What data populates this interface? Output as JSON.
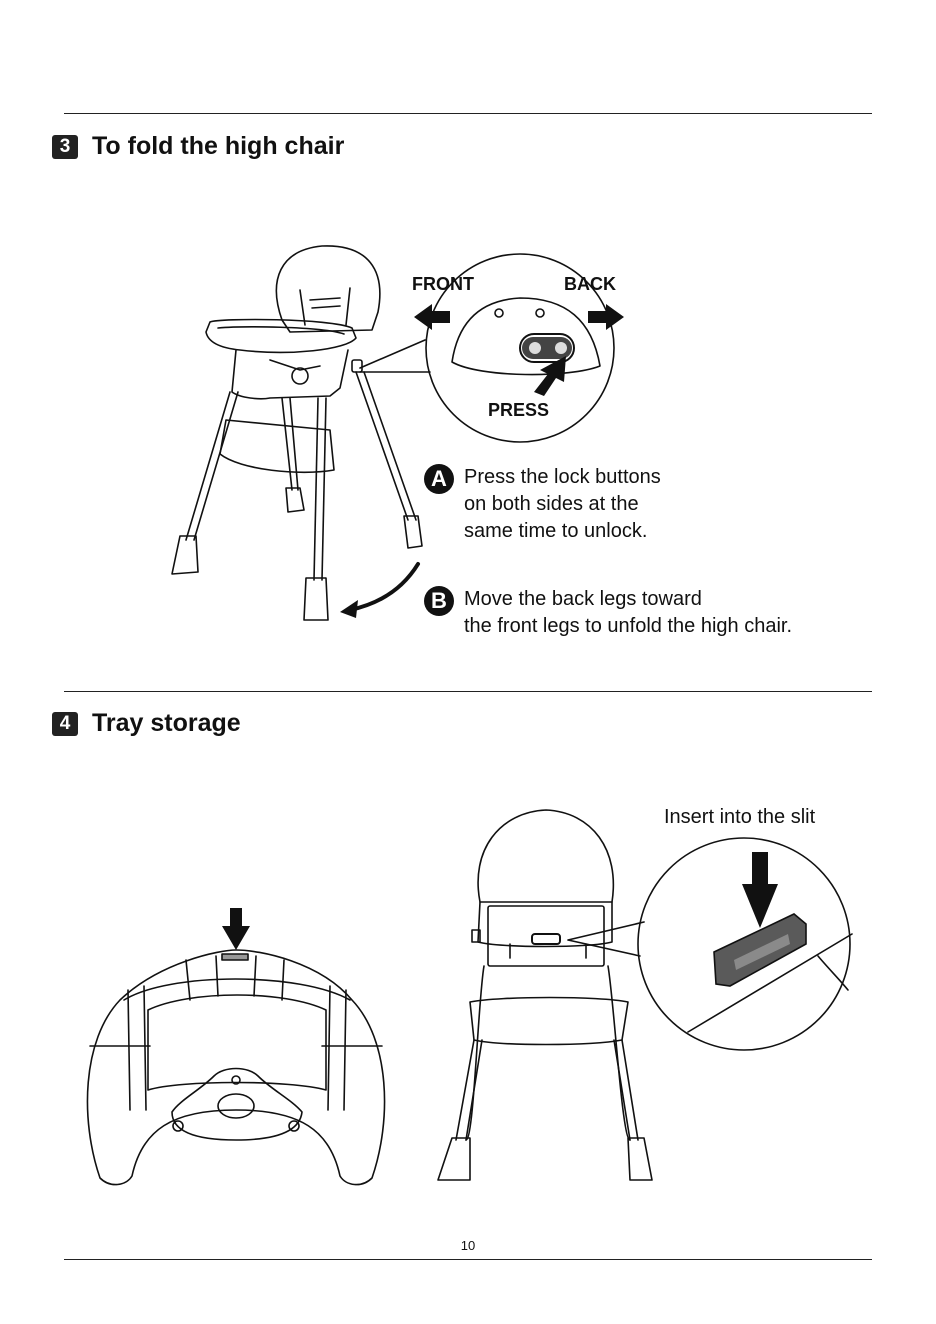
{
  "section3": {
    "number": "3",
    "title": "To fold the high chair",
    "labels": {
      "front": "FRONT",
      "back": "BACK",
      "press": "PRESS"
    },
    "steps": [
      {
        "badge": "A",
        "lines": [
          "Press the lock buttons",
          "on both sides at the",
          "same time to unlock."
        ]
      },
      {
        "badge": "B",
        "lines": [
          "Move the back legs toward",
          "the front legs to unfold the high chair."
        ]
      }
    ]
  },
  "section4": {
    "number": "4",
    "title": "Tray storage",
    "callout": "Insert into the slit"
  },
  "page_number": "10",
  "icons": {
    "left-arrow": "arrow-left-icon",
    "right-arrow": "arrow-right-icon",
    "press-arrow": "arrow-press-icon",
    "down-arrow": "arrow-down-icon",
    "curved-arrow": "curved-arrow-icon"
  },
  "colors": {
    "ink": "#111111",
    "badge": "#222222",
    "clip": "#5a5a5a"
  }
}
